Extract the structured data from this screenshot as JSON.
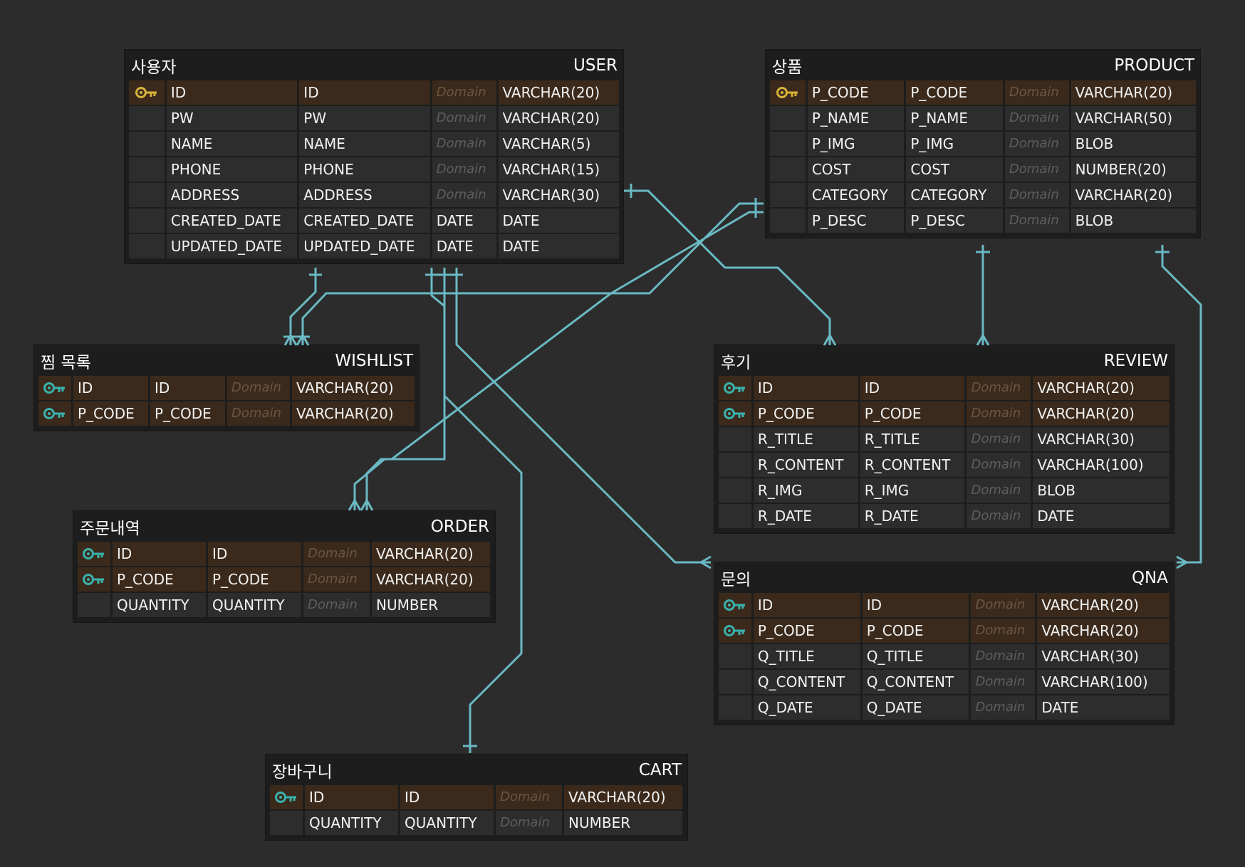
{
  "colors": {
    "background": "#2c2c2c",
    "entity_bg": "#1d1d1d",
    "row_bg": "#2d2d2d",
    "pk_row_bg": "#3b2a1c",
    "relation_line": "#6ab9c3",
    "primary_key_icon": "#d9b23a",
    "foreign_key_icon": "#3ab1ab"
  },
  "entities": [
    {
      "logical": "사용자",
      "physical": "USER",
      "rows": [
        {
          "key": "pk",
          "cols": [
            "ID",
            "ID",
            "Domain",
            "VARCHAR(20)"
          ]
        },
        {
          "key": "",
          "cols": [
            "PW",
            "PW",
            "Domain",
            "VARCHAR(20)"
          ]
        },
        {
          "key": "",
          "cols": [
            "NAME",
            "NAME",
            "Domain",
            "VARCHAR(5)"
          ]
        },
        {
          "key": "",
          "cols": [
            "PHONE",
            "PHONE",
            "Domain",
            "VARCHAR(15)"
          ]
        },
        {
          "key": "",
          "cols": [
            "ADDRESS",
            "ADDRESS",
            "Domain",
            "VARCHAR(30)"
          ]
        },
        {
          "key": "",
          "cols": [
            "CREATED_DATE",
            "CREATED_DATE",
            "DATE",
            "DATE"
          ]
        },
        {
          "key": "",
          "cols": [
            "UPDATED_DATE",
            "UPDATED_DATE",
            "DATE",
            "DATE"
          ]
        }
      ]
    },
    {
      "logical": "상품",
      "physical": "PRODUCT",
      "rows": [
        {
          "key": "pk",
          "cols": [
            "P_CODE",
            "P_CODE",
            "Domain",
            "VARCHAR(20)"
          ]
        },
        {
          "key": "",
          "cols": [
            "P_NAME",
            "P_NAME",
            "Domain",
            "VARCHAR(50)"
          ]
        },
        {
          "key": "",
          "cols": [
            "P_IMG",
            "P_IMG",
            "Domain",
            "BLOB"
          ]
        },
        {
          "key": "",
          "cols": [
            "COST",
            "COST",
            "Domain",
            "NUMBER(20)"
          ]
        },
        {
          "key": "",
          "cols": [
            "CATEGORY",
            "CATEGORY",
            "Domain",
            "VARCHAR(20)"
          ]
        },
        {
          "key": "",
          "cols": [
            "P_DESC",
            "P_DESC",
            "Domain",
            "BLOB"
          ]
        }
      ]
    },
    {
      "logical": "찜 목록",
      "physical": "WISHLIST",
      "rows": [
        {
          "key": "fk",
          "cols": [
            "ID",
            "ID",
            "Domain",
            "VARCHAR(20)"
          ]
        },
        {
          "key": "fk",
          "cols": [
            "P_CODE",
            "P_CODE",
            "Domain",
            "VARCHAR(20)"
          ]
        }
      ]
    },
    {
      "logical": "후기",
      "physical": "REVIEW",
      "rows": [
        {
          "key": "fk",
          "cols": [
            "ID",
            "ID",
            "Domain",
            "VARCHAR(20)"
          ]
        },
        {
          "key": "fk",
          "cols": [
            "P_CODE",
            "P_CODE",
            "Domain",
            "VARCHAR(20)"
          ]
        },
        {
          "key": "",
          "cols": [
            "R_TITLE",
            "R_TITLE",
            "Domain",
            "VARCHAR(30)"
          ]
        },
        {
          "key": "",
          "cols": [
            "R_CONTENT",
            "R_CONTENT",
            "Domain",
            "VARCHAR(100)"
          ]
        },
        {
          "key": "",
          "cols": [
            "R_IMG",
            "R_IMG",
            "Domain",
            "BLOB"
          ]
        },
        {
          "key": "",
          "cols": [
            "R_DATE",
            "R_DATE",
            "Domain",
            "DATE"
          ]
        }
      ]
    },
    {
      "logical": "주문내역",
      "physical": "ORDER",
      "rows": [
        {
          "key": "fk",
          "cols": [
            "ID",
            "ID",
            "Domain",
            "VARCHAR(20)"
          ]
        },
        {
          "key": "fk",
          "cols": [
            "P_CODE",
            "P_CODE",
            "Domain",
            "VARCHAR(20)"
          ]
        },
        {
          "key": "",
          "cols": [
            "QUANTITY",
            "QUANTITY",
            "Domain",
            "NUMBER"
          ]
        }
      ]
    },
    {
      "logical": "문의",
      "physical": "QNA",
      "rows": [
        {
          "key": "fk",
          "cols": [
            "ID",
            "ID",
            "Domain",
            "VARCHAR(20)"
          ]
        },
        {
          "key": "fk",
          "cols": [
            "P_CODE",
            "P_CODE",
            "Domain",
            "VARCHAR(20)"
          ]
        },
        {
          "key": "",
          "cols": [
            "Q_TITLE",
            "Q_TITLE",
            "Domain",
            "VARCHAR(30)"
          ]
        },
        {
          "key": "",
          "cols": [
            "Q_CONTENT",
            "Q_CONTENT",
            "Domain",
            "VARCHAR(100)"
          ]
        },
        {
          "key": "",
          "cols": [
            "Q_DATE",
            "Q_DATE",
            "Domain",
            "DATE"
          ]
        }
      ]
    },
    {
      "logical": "장바구니",
      "physical": "CART",
      "rows": [
        {
          "key": "fk",
          "cols": [
            "ID",
            "ID",
            "Domain",
            "VARCHAR(20)"
          ]
        },
        {
          "key": "",
          "cols": [
            "QUANTITY",
            "QUANTITY",
            "Domain",
            "NUMBER"
          ]
        }
      ]
    }
  ],
  "relationships": [
    {
      "from": "USER",
      "to": "WISHLIST"
    },
    {
      "from": "PRODUCT",
      "to": "WISHLIST"
    },
    {
      "from": "USER",
      "to": "ORDER"
    },
    {
      "from": "PRODUCT",
      "to": "ORDER"
    },
    {
      "from": "USER",
      "to": "REVIEW"
    },
    {
      "from": "PRODUCT",
      "to": "REVIEW"
    },
    {
      "from": "USER",
      "to": "QNA"
    },
    {
      "from": "PRODUCT",
      "to": "QNA"
    },
    {
      "from": "USER",
      "to": "CART"
    }
  ]
}
